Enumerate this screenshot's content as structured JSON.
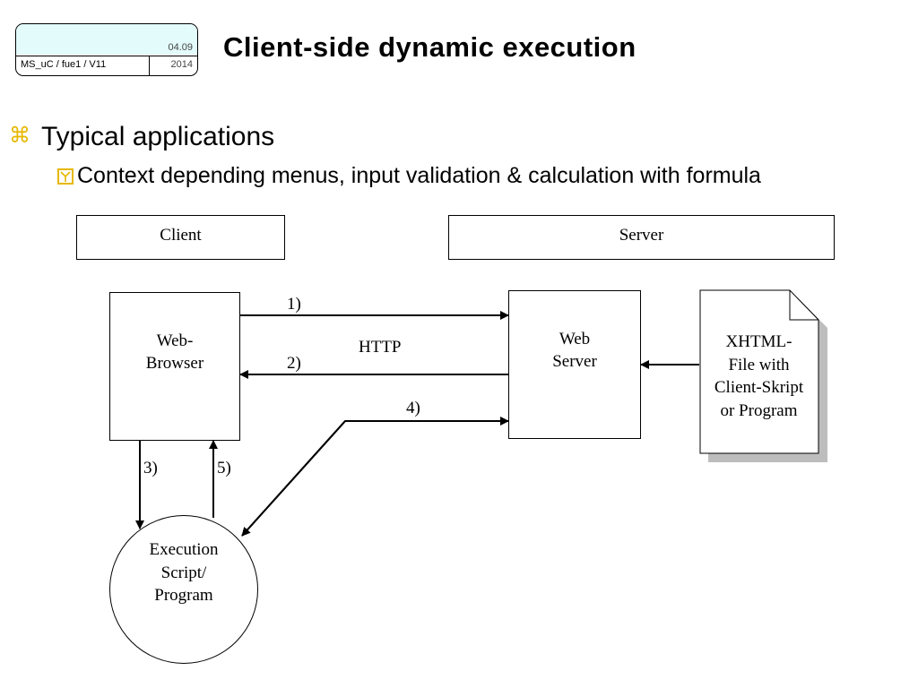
{
  "header": {
    "tag_label": "MS_uC / fue1 / V11",
    "tag_date_top": "04.09",
    "tag_date_bottom": "2014",
    "title": "Client-side dynamic execution"
  },
  "bullets": {
    "level1": "Typical applications",
    "level1_icon": "command-icon",
    "level2": "Context depending menus, input validation & calculation with formula",
    "level2_icon": "checkbox-y-icon"
  },
  "diagram": {
    "client_header": "Client",
    "server_header": "Server",
    "web_browser": [
      "Web-",
      "Browser"
    ],
    "web_server": [
      "Web",
      "Server"
    ],
    "document": [
      "XHTML-",
      "File with",
      "Client-Skript",
      "or Program"
    ],
    "execution": [
      "Execution",
      "Script/",
      "Program"
    ],
    "arrow_1": "1)",
    "arrow_2": "2)",
    "arrow_3": "3)",
    "arrow_4": "4)",
    "arrow_5": "5)",
    "protocol": "HTTP"
  },
  "colors": {
    "accent_yellow": "#e6b800",
    "tag_fill": "#e3fbfb"
  }
}
